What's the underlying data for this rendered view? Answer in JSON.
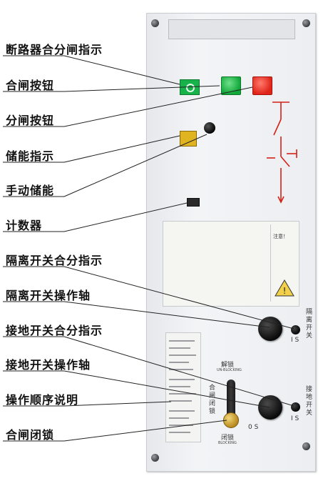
{
  "labels": [
    {
      "id": "breaker-indicator",
      "text": "断路器合分闸指示"
    },
    {
      "id": "close-button",
      "text": "合闸按钮"
    },
    {
      "id": "open-button",
      "text": "分闸按钮"
    },
    {
      "id": "charge-indicator",
      "text": "储能指示"
    },
    {
      "id": "manual-charge",
      "text": "手动储能"
    },
    {
      "id": "counter",
      "text": "计数器"
    },
    {
      "id": "isolator-indicator",
      "text": "隔离开关合分指示"
    },
    {
      "id": "isolator-shaft",
      "text": "隔离开关操作轴"
    },
    {
      "id": "earth-indicator",
      "text": "接地开关合分指示"
    },
    {
      "id": "earth-shaft",
      "text": "接地开关操作轴"
    },
    {
      "id": "sequence-notes",
      "text": "操作顺序说明"
    },
    {
      "id": "close-lock",
      "text": "合闸闭锁"
    }
  ],
  "panel": {
    "unlock": "解锁",
    "unlock_sub": "UN-BLOCKING",
    "lock": "闭锁",
    "lock_sub": "BLOCKING",
    "closing_lock_vertical": "合闸闭锁",
    "isolator_side": "隔离开关",
    "earth_side": "接地开关",
    "dial_marks": "I S",
    "dial_marks_2": "0 S",
    "card_notice": "注意！",
    "warning_symbol": "!",
    "colors": {
      "green": "#17b24a",
      "red": "#e0241a",
      "yellow": "#e0b420",
      "diagram_red": "#d42018",
      "brass": "#c9a03a"
    }
  }
}
